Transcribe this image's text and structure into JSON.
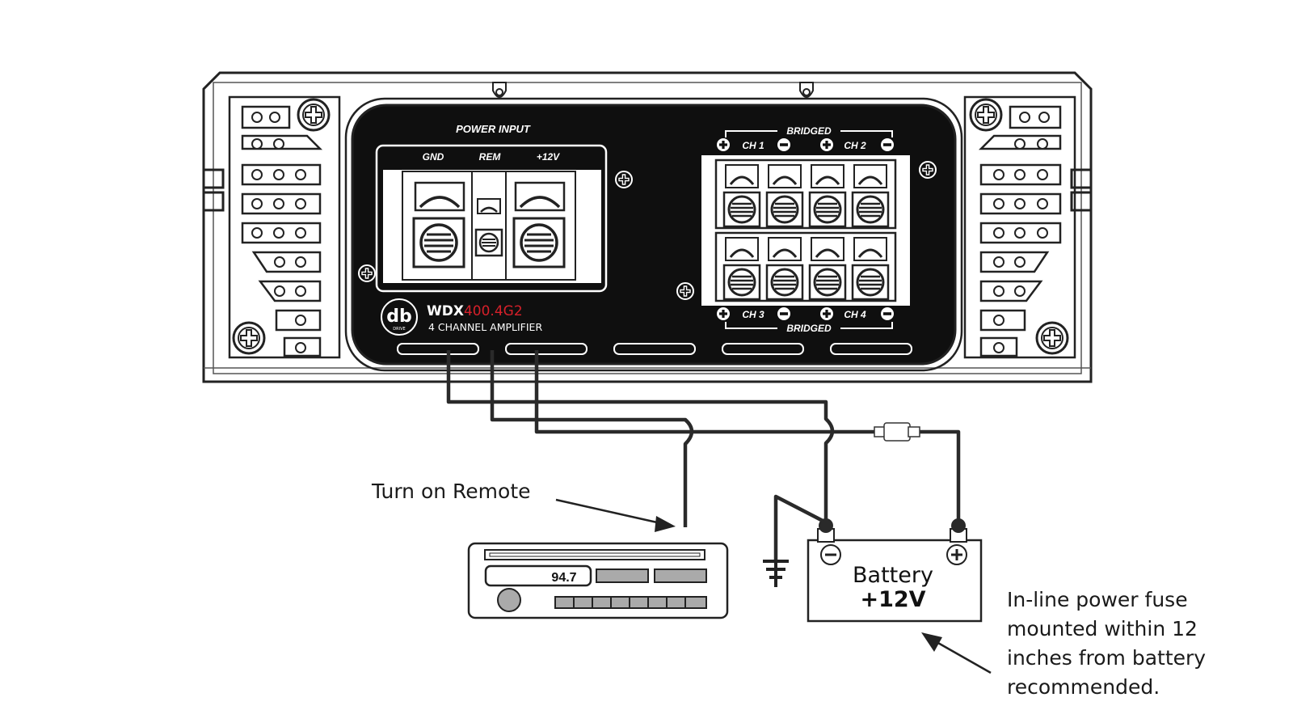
{
  "amplifier": {
    "power_input_label": "POWER INPUT",
    "terminals": {
      "gnd": "GND",
      "rem": "REM",
      "v12": "+12V"
    },
    "bridged_top": "BRIDGED",
    "bridged_bottom": "BRIDGED",
    "channels": {
      "ch1": "CH 1",
      "ch2": "CH 2",
      "ch3": "CH 3",
      "ch4": "CH 4"
    },
    "brand_logo": "db",
    "brand_logo_sub": "DRIVE",
    "model_prefix": "WDX",
    "model_suffix": "400.4G2",
    "model_description": "4 CHANNEL AMPLIFIER",
    "accent_color": "#d6202a"
  },
  "head_unit": {
    "display_value": "94.7"
  },
  "battery": {
    "label": "Battery",
    "voltage": "+12V"
  },
  "annotations": {
    "remote": "Turn on Remote",
    "fuse_line1": "In-line power fuse",
    "fuse_line2": "mounted within 12",
    "fuse_line3": "inches from battery",
    "fuse_line4": "recommended."
  },
  "icons": [
    "screw-icon",
    "ground-symbol-icon",
    "fuse-icon",
    "plus-icon",
    "minus-icon",
    "arrow-icon"
  ]
}
